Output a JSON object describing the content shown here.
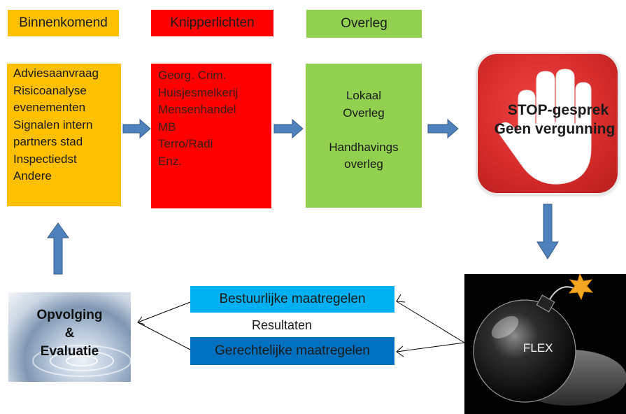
{
  "headers": {
    "incoming": "Binnenkomend",
    "warning_lights": "Knipperlichten",
    "consultation": "Overleg"
  },
  "incoming_items": [
    "Adviesaanvraag",
    "Risicoanalyse",
    "evenementen",
    "Signalen intern",
    "partners stad",
    "Inspectiedst",
    "Andere"
  ],
  "warning_items": [
    "Georg. Crim.",
    "Huisjesmelkerij",
    "Mensenhandel",
    "MB",
    "Terro/Radi",
    "Enz."
  ],
  "consultation_items": [
    "Lokaal",
    "Overleg",
    "",
    "Handhavings",
    "overleg"
  ],
  "stop": {
    "line1": "STOP-gesprek",
    "line2": "Geen vergunning"
  },
  "flex_label": "FLEX",
  "measures": {
    "administrative": "Bestuurlijke maatregelen",
    "results": "Resultaten",
    "judicial": "Gerechtelijke maatregelen"
  },
  "follow_up": {
    "line1": "Opvolging",
    "line2": "&",
    "line3": "Evaluatie"
  },
  "colors": {
    "yellow": "#FFC000",
    "red": "#FF0000",
    "green": "#92D050",
    "light_blue": "#00B0F0",
    "dark_blue": "#0070C0",
    "arrow_blue": "#4F81BD"
  }
}
